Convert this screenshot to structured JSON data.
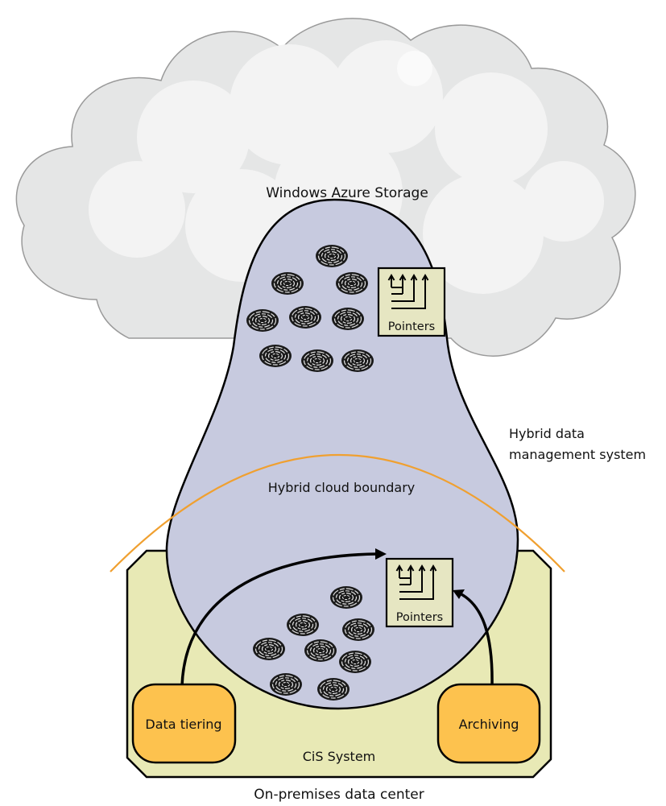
{
  "labels": {
    "cloud_title": "Windows Azure Storage",
    "hybrid_system_line1": "Hybrid data",
    "hybrid_system_line2": "management system",
    "cloud_boundary": "Hybrid cloud boundary",
    "cis_system": "CiS System",
    "datacenter": "On-premises data center",
    "pointers_cloud": "Pointers",
    "pointers_onprem": "Pointers",
    "data_tiering": "Data tiering",
    "archiving": "Archiving"
  },
  "icons": {
    "data_item": "fingerprint-icon",
    "pointer_block": "pointer-arrows-icon"
  },
  "colors": {
    "cloud_fill": "#e5e6e6",
    "cloud_inner": "#f3f3f3",
    "drop_fill": "#c7cadf",
    "datacenter_fill": "#e8e9b5",
    "pointer_fill": "#e6e6c2",
    "boundary_stroke": "#f0a030",
    "tier_fill": "#fdc24e",
    "outline": "#000000"
  }
}
